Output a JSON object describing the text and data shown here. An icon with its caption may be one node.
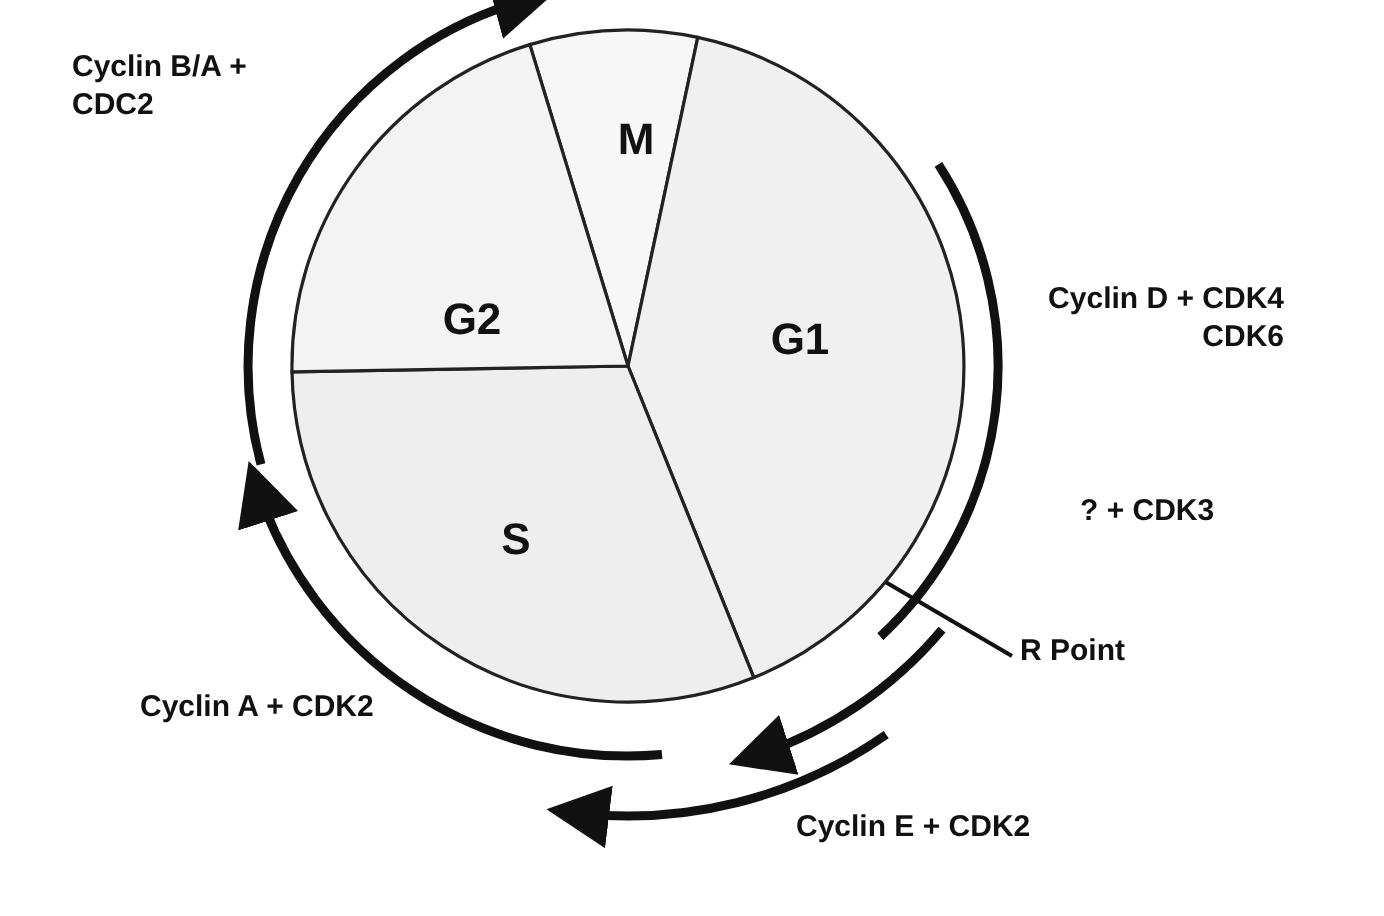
{
  "diagram": {
    "nodes": [
      {
        "text": [
          "M"
        ]
      },
      {
        "text": [
          "G1"
        ]
      },
      {
        "text": [
          "S"
        ]
      },
      {
        "text": [
          "G2"
        ]
      },
      {
        "text": [
          "R Point"
        ]
      }
    ],
    "edges": [
      {
        "from": 4,
        "to": 1,
        "arrow": "none"
      }
    ],
    "labels": [
      "Cyclin B/A + CDC2",
      "Cyclin D + CDK4 CDK6",
      "? + CDK3",
      "Cyclin A + CDK2",
      "Cyclin E + CDK2"
    ]
  }
}
